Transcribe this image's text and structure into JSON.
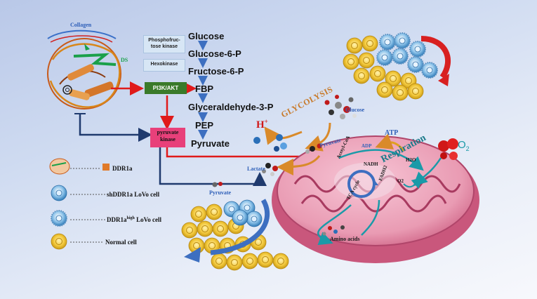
{
  "protein": {
    "collagen_label": "Collagen",
    "ds_label": "DS"
  },
  "enzymes": {
    "phosphofructokinase": "Phosphofruc-tose kinase",
    "hexokinase": "Hexokinase",
    "pi3k": "PI3K/AKT",
    "pyruvate_kinase": "pyruvate kinase"
  },
  "pathway": [
    "Glucose",
    "Glucose-6-P",
    "Fructose-6-P",
    "FBP",
    "Glyceraldehyde-3-P",
    "PEP",
    "Pyruvate"
  ],
  "glycolysis_label": "GLYCOLYSIS",
  "glucose_label": "Glucose",
  "hplus": {
    "base": "H",
    "sup": "+"
  },
  "pyruvate_labels": [
    "Pyruvate",
    "Pyruvate"
  ],
  "lactate_label": "Lactate",
  "mito": {
    "atp": "ATP",
    "adp": "ADP",
    "acetyl_coa": "Acetyl-CoA",
    "nadh": "NADH",
    "fadh2": "FADH2",
    "tca": "TCA cycle",
    "h2o": "H2O",
    "o2_small": "O2",
    "amino_acids": "Amino acids"
  },
  "respiration_label": "Respiration",
  "o2_label": {
    "base": "O",
    "sub": "2"
  },
  "legend": [
    {
      "label": "DDR1a",
      "icon": "ddr1a-protein-icon"
    },
    {
      "label": "shDDR1a LoVo cell",
      "icon": "blue-cell-icon"
    },
    {
      "label_base": "DDR1a",
      "label_sup": "high",
      "label_rest": " LoVo cell",
      "icon": "spiky-cell-icon"
    },
    {
      "label": "Normal cell",
      "icon": "normal-cell-icon"
    }
  ],
  "colors": {
    "pi3k_box": "#3a7a2a",
    "pyruvate_kinase_box": "#e8407a",
    "arrow_red": "#e01a1a",
    "arrow_navy": "#1f3a6e",
    "glycolysis_text": "#c87a2a",
    "respiration_text": "#1a7a8a",
    "normal_cell": "#f2c53d"
  }
}
